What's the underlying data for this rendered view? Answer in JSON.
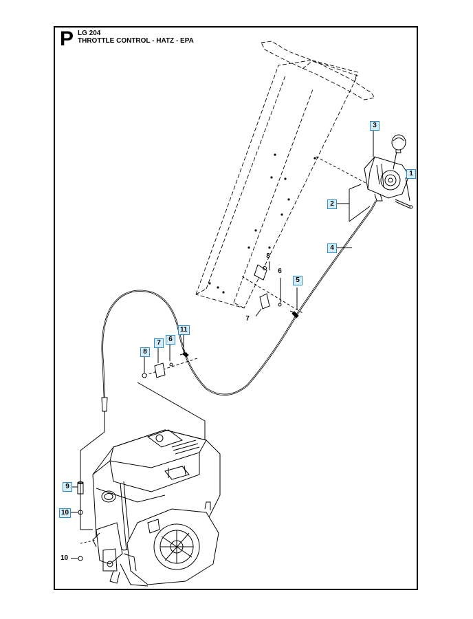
{
  "header": {
    "page_letter": "P",
    "model": "LG 204",
    "section_title": "THROTTLE CONTROL - HATZ - EPA"
  },
  "callouts": [
    {
      "id": "c1",
      "label": "1",
      "boxed": true
    },
    {
      "id": "c2",
      "label": "2",
      "boxed": true
    },
    {
      "id": "c3",
      "label": "3",
      "boxed": true
    },
    {
      "id": "c4",
      "label": "4",
      "boxed": true
    },
    {
      "id": "c5",
      "label": "5",
      "boxed": true
    },
    {
      "id": "c6a",
      "label": "6",
      "boxed": false
    },
    {
      "id": "c7a",
      "label": "7",
      "boxed": false
    },
    {
      "id": "c8a",
      "label": "8",
      "boxed": false
    },
    {
      "id": "c6b",
      "label": "6",
      "boxed": true
    },
    {
      "id": "c7b",
      "label": "7",
      "boxed": true
    },
    {
      "id": "c8b",
      "label": "8",
      "boxed": true
    },
    {
      "id": "c11",
      "label": "11",
      "boxed": true
    },
    {
      "id": "c9",
      "label": "9",
      "boxed": true
    },
    {
      "id": "c10a",
      "label": "10",
      "boxed": true
    },
    {
      "id": "c10b",
      "label": "10",
      "boxed": false
    }
  ],
  "colors": {
    "line": "#000000",
    "callout_border": "#2a8fd0",
    "callout_fill": "#d6ecf8"
  }
}
